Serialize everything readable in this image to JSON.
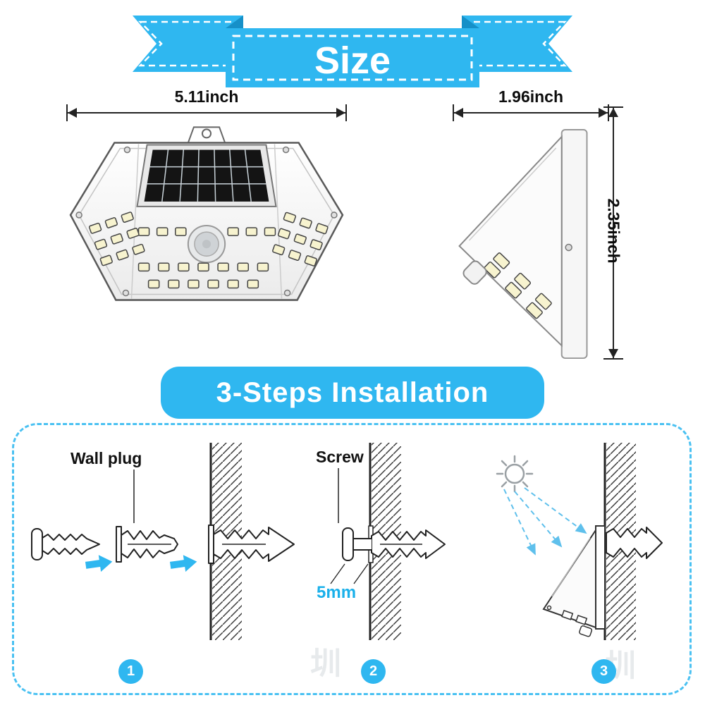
{
  "size_section": {
    "ribbon_label": "Size",
    "front_width_label": "5.11inch",
    "side_width_label": "1.96inch",
    "side_height_label": "2.35inch"
  },
  "installation_section": {
    "banner_label": "3-Steps Installation",
    "wall_plug_label": "Wall plug",
    "screw_label": "Screw",
    "screw_gap_label": "5mm",
    "step_numbers": [
      "1",
      "2",
      "3"
    ],
    "watermark": "圳"
  },
  "colors": {
    "accent": "#2fb7f0",
    "dashed_border": "#4ac1f2",
    "sun_arrow": "#5fc0ec",
    "gap_label_color": "#1ab0ea",
    "line_art": "#222222"
  }
}
